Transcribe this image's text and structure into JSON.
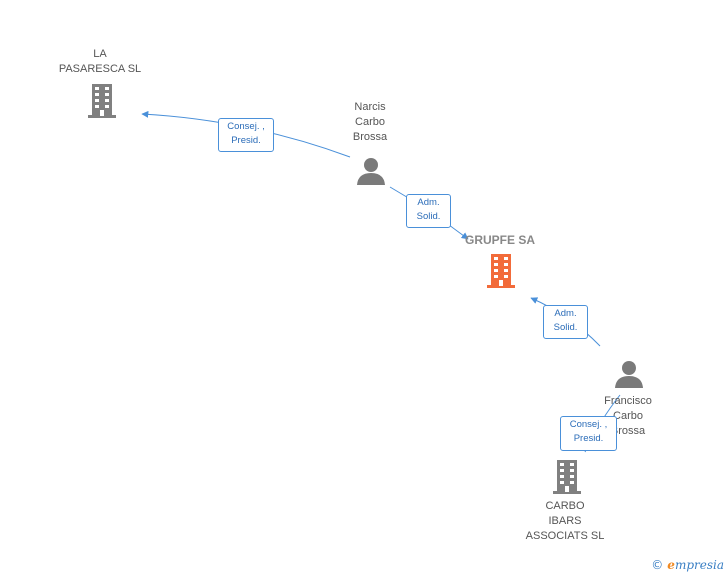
{
  "nodes": {
    "la_pasaresca": {
      "label": "LA\nPASARESCA  SL",
      "type": "company"
    },
    "narcis": {
      "label": "Narcis\nCarbo\nBrossa",
      "type": "person"
    },
    "grupfe": {
      "label": "GRUPFE SA",
      "type": "company-focus"
    },
    "francisco": {
      "label": "Francisco\nCarbo\nBrossa",
      "type": "person"
    },
    "carbo_ibars": {
      "label": "CARBO\nIBARS\nASSOCIATS  SL",
      "type": "company"
    }
  },
  "edges": {
    "e1": {
      "label": "Consej. ,\nPresid."
    },
    "e2": {
      "label": "Adm.\nSolid."
    },
    "e3": {
      "label": "Adm.\nSolid."
    },
    "e4": {
      "label": "Consej. ,\nPresid."
    }
  },
  "brand": {
    "copyright": "©",
    "initial": "e",
    "rest": "mpresia"
  },
  "colors": {
    "edge": "#4a90d9",
    "company": "#808080",
    "focus": "#f26b3a",
    "person": "#7a7a7a"
  }
}
